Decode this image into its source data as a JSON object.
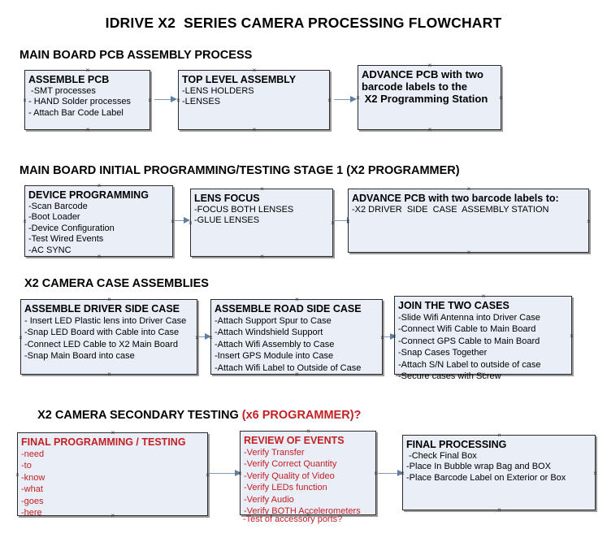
{
  "document": {
    "title": "IDRIVE X2  SERIES CAMERA PROCESSING FLOWCHART"
  },
  "sections": [
    {
      "id": "main-board-pcb-assembly",
      "heading": "MAIN BOARD PCB ASSEMBLY PROCESS",
      "boxes": [
        {
          "title": "ASSEMBLE PCB",
          "lines": [
            " -SMT processes",
            "- HAND Solder processes",
            "- Attach Bar Code Label"
          ]
        },
        {
          "title": "TOP LEVEL ASSEMBLY",
          "lines": [
            "-LENS HOLDERS",
            "-LENSES"
          ]
        },
        {
          "title": "ADVANCE PCB with two",
          "lines": [
            "barcode labels to the",
            " X2 Programming Station"
          ]
        }
      ]
    },
    {
      "id": "main-board-initial-programming",
      "heading": "MAIN BOARD INITIAL PROGRAMMING/TESTING STAGE 1 (X2 PROGRAMMER)",
      "boxes": [
        {
          "title": "DEVICE PROGRAMMING",
          "lines": [
            "-Scan Barcode",
            "-Boot Loader",
            "-Device Configuration",
            "-Test Wired Events",
            "-AC SYNC"
          ]
        },
        {
          "title": "LENS FOCUS",
          "lines": [
            "-FOCUS BOTH LENSES",
            "-GLUE LENSES"
          ]
        },
        {
          "title": "ADVANCE PCB with two barcode labels to:",
          "lines": [
            "-X2 DRIVER  SIDE  CASE  ASSEMBLY STATION"
          ]
        }
      ]
    },
    {
      "id": "x2-camera-case-assemblies",
      "heading": "X2 CAMERA CASE ASSEMBLIES",
      "boxes": [
        {
          "title": "ASSEMBLE DRIVER SIDE CASE",
          "lines": [
            "- Insert LED Plastic lens into Driver Case",
            "-Snap LED Board with Cable into Case",
            "-Connect LED Cable to X2 Main Board",
            "-Snap Main Board into case"
          ]
        },
        {
          "title": "ASSEMBLE ROAD SIDE CASE",
          "lines": [
            "-Attach Support Spur to Case",
            "-Attach Windshield Support",
            "-Attach Wifi Assembly to Case",
            "-Insert GPS Module into Case",
            "-Attach Wifi Label to Outside of Case"
          ]
        },
        {
          "title": "JOIN THE TWO CASES",
          "lines": [
            "-Slide Wifi Antenna into Driver Case",
            "-Connect Wifi Cable to Main Board",
            "-Connect GPS Cable to Main Board",
            "-Snap Cases Together",
            "-Attach S/N Label to outside of case",
            "-Secure cases with Screw"
          ]
        }
      ]
    },
    {
      "id": "x2-camera-secondary-testing",
      "heading": "X2 CAMERA SECONDARY TESTING ",
      "heading_accent": "(x6 PROGRAMMER)?",
      "boxes": [
        {
          "title": "FINAL PROGRAMMING / TESTING",
          "lines": [
            "-need",
            "-to",
            "-know",
            "-what",
            "-goes",
            "-here"
          ]
        },
        {
          "title": "REVIEW OF EVENTS",
          "lines": [
            "-Verify Transfer",
            "-Verify Correct Quantity",
            "-Verify Quality of Video",
            "-Verify LEDs function",
            "-Verify Audio",
            "-Verify BOTH Accelerometers"
          ],
          "overflow_line": "-Test of accessory ports?"
        },
        {
          "title": "FINAL PROCESSING",
          "lines": [
            " -Check Final Box",
            "-Place In Bubble wrap Bag and BOX",
            "-Place Barcode Label on Exterior or Box"
          ]
        }
      ]
    }
  ],
  "colors": {
    "box_fill": "#e9eef7",
    "box_border": "#2b2b2b",
    "accent_red": "#c22025",
    "arrow": "#5d7fa3"
  }
}
